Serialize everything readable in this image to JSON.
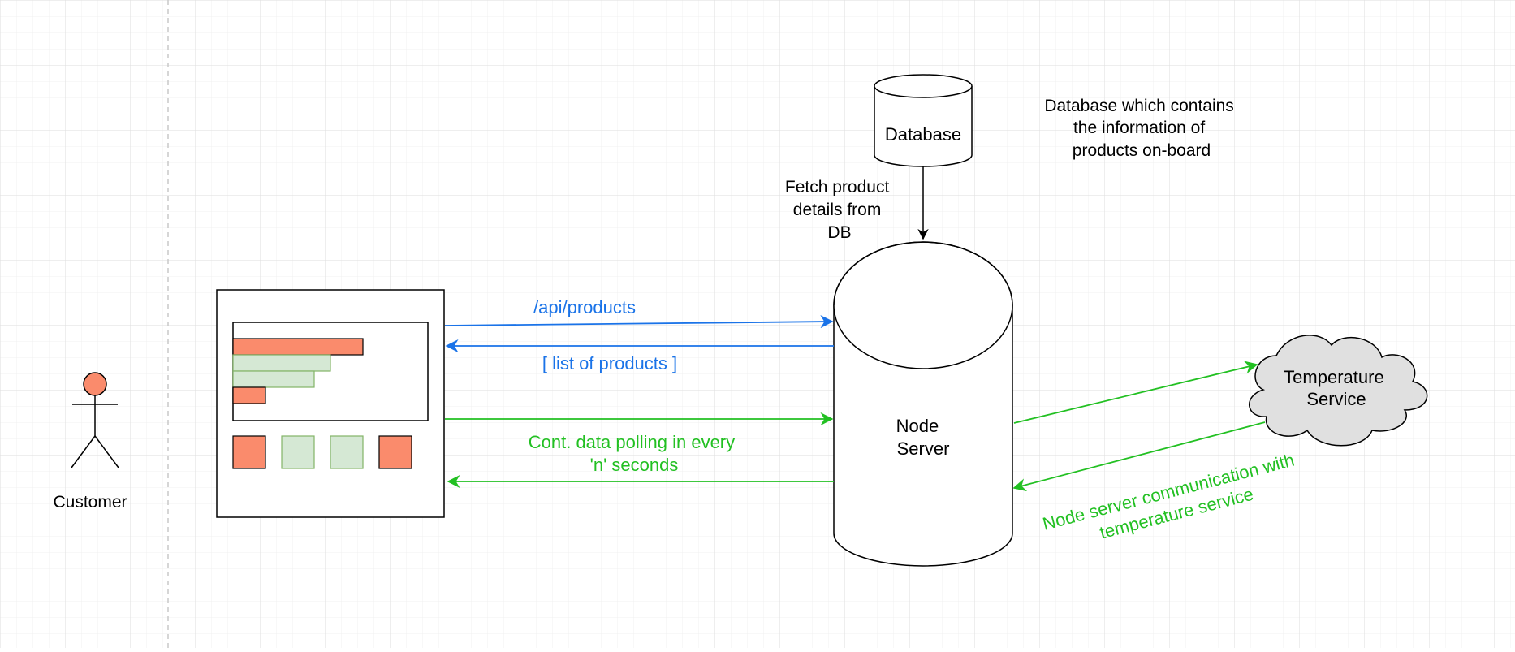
{
  "colors": {
    "grid_minor": "#f0f0f0",
    "grid_major": "#dedede",
    "stroke": "#000000",
    "blue": "#1a73e8",
    "green": "#22c022",
    "accent_orange": "#fa8b6c",
    "green_fill": "#d5e8d4",
    "green_stroke": "#82b366",
    "cloud_fill": "#e0e0e0"
  },
  "actor": {
    "label": "Customer"
  },
  "dashboard": {
    "icon": "dashboard-mockup"
  },
  "database": {
    "label": "Database",
    "note": [
      "Database which contains",
      "the information of",
      "products on-board"
    ]
  },
  "node_server": {
    "label": [
      "Node",
      "Server"
    ]
  },
  "temperature_service": {
    "label": [
      "Temperature",
      "Service"
    ]
  },
  "edges": {
    "fetch_db": [
      "Fetch product",
      "details from",
      "DB"
    ],
    "api_request": "/api/products",
    "api_response": "[ list of products ]",
    "polling": [
      "Cont. data polling in every",
      "'n' seconds"
    ],
    "temp_comm": [
      "Node server communication with",
      "temperature service"
    ]
  }
}
